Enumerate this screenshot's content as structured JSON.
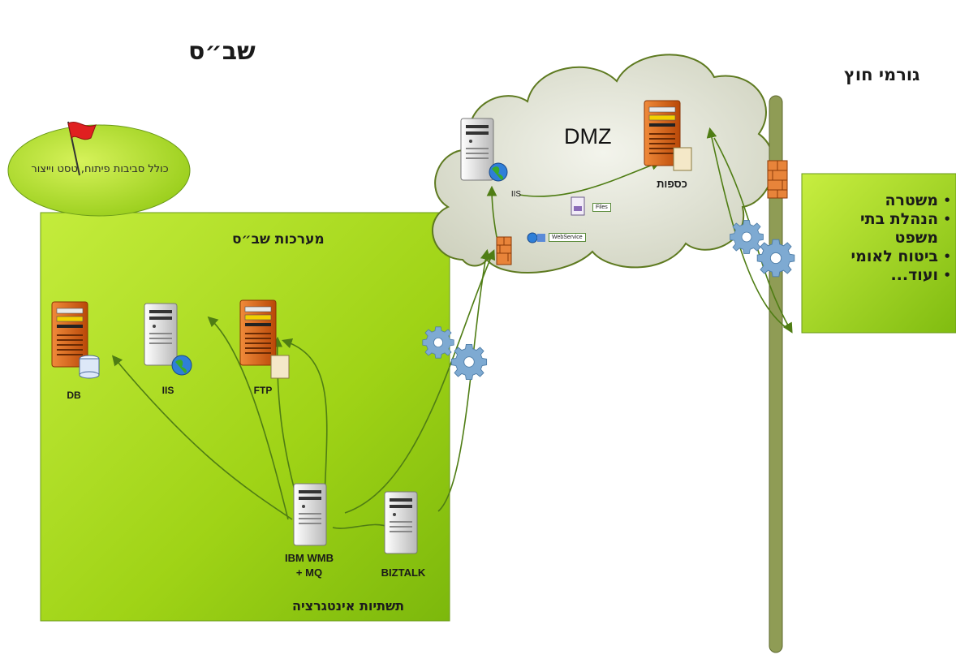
{
  "titles": {
    "main": "שב״ס",
    "external": "גורמי חוץ",
    "dmz": "DMZ"
  },
  "environments": {
    "label": "כולל סביבות פיתוח, טסט וייצור"
  },
  "systems_box": {
    "title": "מערכות שב״ס",
    "infra_label": "תשתיות אינטגרציה"
  },
  "servers": {
    "db": "DB",
    "iis": "IIS",
    "ftp": "FTP",
    "wmb_line1": "IBM WMB",
    "wmb_line2": "+ MQ",
    "biztalk": "BIZTALK",
    "dmz_iis": "IIS",
    "dmz_ftp": "כספות"
  },
  "tags": {
    "files": "Files",
    "webservice": "WebService"
  },
  "external_parties": [
    "משטרה",
    "הנהלת בתי משפט",
    "ביטוח לאומי",
    "ועוד..."
  ],
  "colors": {
    "green_box": "#a6dc1e",
    "green_dark": "#4f7d14",
    "cloud": "#d8dacc",
    "server_orange": "#e0641a",
    "gear": "#6e9ec8",
    "pole": "#8a9a52"
  }
}
